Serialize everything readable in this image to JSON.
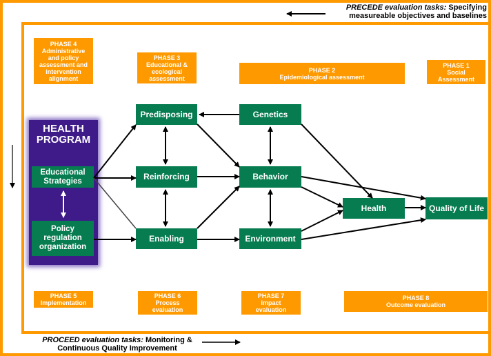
{
  "colors": {
    "orange": "#FF9900",
    "green": "#067C50",
    "purple": "#3F1B8A",
    "arrow": "#000000"
  },
  "precede": {
    "italic": "PRECEDE evaluation tasks:",
    "line1_rest": " Specifying",
    "line2": "measureable objectives and baselines",
    "arrow_direction": "left"
  },
  "proceed": {
    "italic": "PROCEED evaluation tasks:",
    "line1_rest": " Monitoring &",
    "line2": "Continuous Quality Improvement",
    "arrow_direction": "right"
  },
  "phases_top": [
    {
      "id": "phase4",
      "lines": [
        "PHASE 4",
        "Administrative",
        "and policy",
        "assessment and",
        "intervention",
        "alignment"
      ]
    },
    {
      "id": "phase3",
      "lines": [
        "PHASE 3",
        "Educational &",
        "ecological",
        "assessment"
      ]
    },
    {
      "id": "phase2",
      "lines": [
        "PHASE 2",
        "Epidemiological assessment"
      ]
    },
    {
      "id": "phase1",
      "lines": [
        "PHASE 1",
        "Social",
        "Assessment"
      ]
    }
  ],
  "phases_bottom": [
    {
      "id": "phase5",
      "lines": [
        "PHASE 5",
        "Implementation"
      ]
    },
    {
      "id": "phase6",
      "lines": [
        "PHASE 6",
        "Process",
        "evaluation"
      ]
    },
    {
      "id": "phase7",
      "lines": [
        "PHASE 7",
        "Impact",
        "evaluation"
      ]
    },
    {
      "id": "phase8",
      "lines": [
        "PHASE 8",
        "Outcome evaluation"
      ]
    }
  ],
  "health_program": {
    "title_line1": "HEALTH",
    "title_line2": "PROGRAM",
    "educational": "Educational Strategies",
    "policy": "Policy regulation organization"
  },
  "nodes": {
    "predisposing": "Predisposing",
    "reinforcing": "Reinforcing",
    "enabling": "Enabling",
    "genetics": "Genetics",
    "behavior": "Behavior",
    "environment": "Environment",
    "health": "Health",
    "quality_of_life": "Quality of Life"
  },
  "edges": [
    {
      "from": "educational",
      "to": "predisposing",
      "type": "arrow"
    },
    {
      "from": "educational",
      "to": "reinforcing",
      "type": "arrow"
    },
    {
      "from": "educational",
      "to": "enabling",
      "type": "line"
    },
    {
      "from": "policy",
      "to": "enabling",
      "type": "arrow"
    },
    {
      "from": "educational",
      "to": "policy",
      "type": "bidirectional"
    },
    {
      "from": "predisposing",
      "to": "reinforcing",
      "type": "bidirectional"
    },
    {
      "from": "reinforcing",
      "to": "enabling",
      "type": "bidirectional"
    },
    {
      "from": "genetics",
      "to": "predisposing",
      "type": "arrow"
    },
    {
      "from": "predisposing",
      "to": "behavior",
      "type": "arrow"
    },
    {
      "from": "reinforcing",
      "to": "behavior",
      "type": "arrow"
    },
    {
      "from": "enabling",
      "to": "behavior",
      "type": "arrow"
    },
    {
      "from": "enabling",
      "to": "environment",
      "type": "arrow"
    },
    {
      "from": "genetics",
      "to": "behavior",
      "type": "bidirectional"
    },
    {
      "from": "behavior",
      "to": "environment",
      "type": "bidirectional"
    },
    {
      "from": "genetics",
      "to": "health",
      "type": "arrow"
    },
    {
      "from": "behavior",
      "to": "health",
      "type": "arrow"
    },
    {
      "from": "environment",
      "to": "health",
      "type": "arrow"
    },
    {
      "from": "behavior",
      "to": "quality_of_life",
      "type": "arrow"
    },
    {
      "from": "health",
      "to": "quality_of_life",
      "type": "arrow"
    },
    {
      "from": "environment",
      "to": "quality_of_life",
      "type": "arrow"
    }
  ]
}
